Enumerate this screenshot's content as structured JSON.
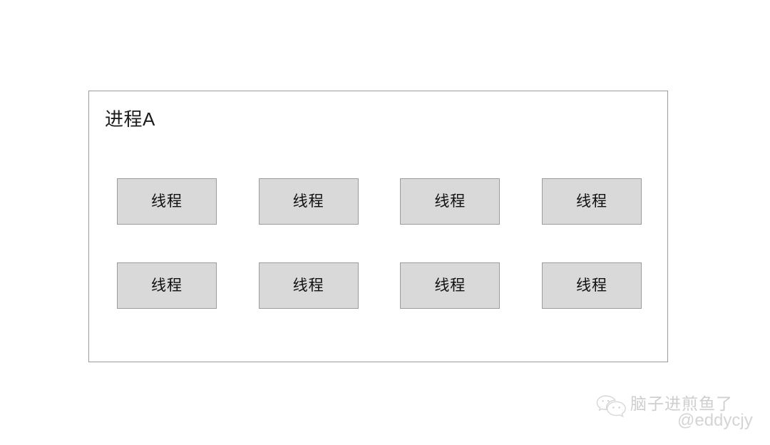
{
  "diagram": {
    "type": "block-diagram",
    "background_color": "#ffffff",
    "process": {
      "title": "进程A",
      "border_color": "#9a9a9a",
      "fill_color": "#ffffff"
    },
    "thread_box": {
      "fill_color": "#d9d9d9",
      "border_color": "#9c9c9c"
    },
    "thread_rows": [
      {
        "row_name": "thread-row-1",
        "threads": [
          {
            "label": "线程"
          },
          {
            "label": "线程"
          },
          {
            "label": "线程"
          },
          {
            "label": "线程"
          }
        ]
      },
      {
        "row_name": "thread-row-2",
        "threads": [
          {
            "label": "线程"
          },
          {
            "label": "线程"
          },
          {
            "label": "线程"
          },
          {
            "label": "线程"
          }
        ]
      }
    ]
  },
  "watermark": {
    "icon": "wechat-icon",
    "name": "脑子进煎鱼了",
    "handle": "@eddycjy",
    "color": "#8c8c8c"
  }
}
